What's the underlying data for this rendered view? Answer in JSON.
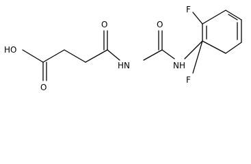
{
  "molecule": {
    "atom_labels": {
      "F_top": "F",
      "F_bottom": "F",
      "NH_urea": "NH",
      "HN_amide": "HN",
      "O_ketone": "O",
      "O_urea": "O",
      "OH_acid": "HO",
      "O_acid": "O"
    },
    "colors": {
      "bond": "#000000",
      "label": "#000000",
      "background": "#ffffff"
    }
  }
}
